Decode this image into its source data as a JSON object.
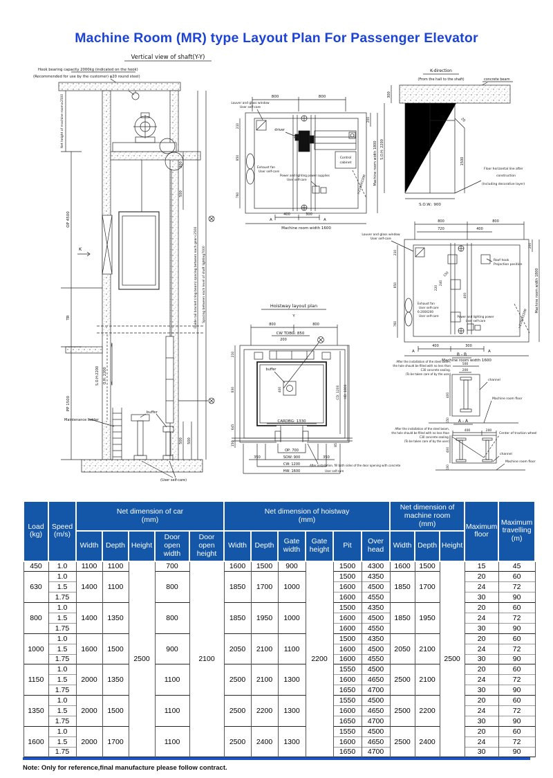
{
  "title": "Machine Room (MR) type  Layout Plan For Passenger Elevator",
  "drawings": {
    "shaft": {
      "title": "Vertical view of shaft(Y-Y)",
      "hook_note1": "Hook bearing capacity 2000kg (indicated on the hook)",
      "hook_note2": "(Recommended for use by the customer) φ20 round steel)",
      "net_height": "Net height of machine room≥2500",
      "op": "OP 4500",
      "tr": "TR",
      "soh": "S.O.H:2200",
      "oh": "O.H: 2200",
      "pp": "PP 1500",
      "k": "K",
      "guide_rail": "Guide rail bracket (ring beam) spacing between each gear<2500",
      "lighting": "Spacing between each level of shaft lighting7000",
      "ladder": "Maintenance ladder",
      "buffer": "buffer",
      "self_care": "(User self-care)",
      "d300": "300",
      "d500": "500",
      "d500b": "500",
      "d500c": "500"
    },
    "plan_a": {
      "d800a": "800",
      "d800b": "800",
      "louver1": "Louver and glass window",
      "louver2": "User self-care",
      "driver": "driver",
      "cabinet1": "Control",
      "cabinet2": "cabinet",
      "fan1": "Exhaust fan",
      "fan2": "User self-care",
      "power1": "Power and lighting power supplies",
      "power2": "User self-care",
      "d200": "200",
      "mr_width_r": "Machine room width 1800",
      "door_diag": ">2100X2200",
      "d400": "400",
      "d300": "300",
      "a1": "A",
      "a2": "A",
      "mr_width_b": "Machine room width 1600",
      "d210": "210",
      "d850": "850",
      "d760": "760"
    },
    "k_dir": {
      "title": "K-direction",
      "subtitle": "(From the hall to the shaft)",
      "beam": "concrete beam",
      "d300": "300",
      "soh": "S.O.H: 2200",
      "d150": "150",
      "d20": "20",
      "d1500": "1500",
      "sow": "S.O.W.: 900",
      "floor1": "Floor horizontal line after",
      "floor2": "construction",
      "floor3": "(Including decorative layer)"
    },
    "plan_b": {
      "d800a": "800",
      "d800b": "800",
      "d720": "720",
      "d400t": "400",
      "louver1": "Louver and glass window",
      "louver2": "User self-care",
      "hook1": "Roof hook",
      "hook2": "Projection position",
      "d150": "150",
      "d240": "240",
      "d220": "220",
      "d400i": "400",
      "fan1": "Exhaust fan",
      "fan2": "User self-care",
      "fan3": "6-200X200",
      "fan4": "User self-care",
      "power1": "Power and lighting power",
      "power2": "User self-care",
      "d200": "200",
      "mr_width_r": "Machine room width 1800",
      "door_diag": ">2100X2200",
      "d400b": "400",
      "d300": "300",
      "a1": "A",
      "a2": "A",
      "mr_width_b": "Machine room width 1600",
      "d210": "210",
      "d850": "850",
      "d760": "760"
    },
    "hoistway": {
      "title": "Hoistway layout plan",
      "y": "Y",
      "d800a": "800",
      "d800b": "800",
      "cwtdbg": "CW TDBG: 850",
      "d200": "200",
      "buffer": "buffer",
      "d400": "400",
      "cardbg": "CARDBG: 1330",
      "d210": "210",
      "d830": "830",
      "d645": "645",
      "d150": "150",
      "cd": "CD: 1200",
      "hd": "HD: 1800",
      "d85": "85",
      "op": "OP: 700",
      "sow": "SOW: 900",
      "cw": "CW: 1200",
      "hw": "HW: 1600",
      "d350a": "350",
      "d350b": "350",
      "note1": "After installation, fill both sides of the door opening with concrete",
      "note2": "User self-care"
    },
    "bb": {
      "title": "B - B",
      "note1": "After the installation of the steel beam,",
      "note2": "the hole should be filled with no less than",
      "note3": "C30 concrete sealing.",
      "note4": "(To be taken care of by the user)",
      "d500": "500",
      "d200": "200",
      "d400": "400",
      "d150": "150",
      "channel": "channel",
      "floor": "Machine room floor"
    },
    "aa": {
      "title": "A - A",
      "note1": "After the installation of the steel beam,",
      "note2": "the hole should be filled with no less than",
      "note3": "C30 concrete sealing.",
      "note4": "(To be taken care of by the user)",
      "d400a": "400",
      "d200": "200",
      "d400b": "400",
      "d100": "100",
      "center": "Center of traction wheel",
      "channel": "channel",
      "floor": "Machine room floor"
    }
  },
  "table": {
    "headers": {
      "load": "Load\n(kg)",
      "speed": "Speed\n(m/s)",
      "car_group": "Net dimension of car\n(mm)",
      "hoistway_group": "Net dimension of hoistway\n(mm)",
      "mr_group": "Net dimension of\nmachine room\n(mm)",
      "width": "Width",
      "depth": "Depth",
      "height": "Height",
      "door_open_width": "Door open\nwidth",
      "door_open_height": "Door open\nheight",
      "gate_width": "Gate\nwidth",
      "gate_height": "Gate\nheight",
      "pit": "Pit",
      "overhead": "Over\nhead",
      "max_floor": "Maximum\nfloor",
      "max_travel": "Maximum\ntravelling\n(m)"
    },
    "merged": {
      "car_h": "2500",
      "door_h": "2100",
      "gate_h": "2200",
      "mr_h": "2500"
    },
    "groups": [
      {
        "load": "450",
        "car_w": "1100",
        "car_d": "1100",
        "door_w": "700",
        "hoist_w": "1600",
        "hoist_d": "1500",
        "gate_w": "900",
        "mr_w": "1600",
        "mr_d": "1500",
        "rows": [
          {
            "speed": "1.0",
            "pit": "1500",
            "overhead": "4300",
            "floor": "15",
            "travel": "45"
          }
        ]
      },
      {
        "load": "630",
        "car_w": "1400",
        "car_d": "1100",
        "door_w": "800",
        "hoist_w": "1850",
        "hoist_d": "1700",
        "gate_w": "1000",
        "mr_w": "1850",
        "mr_d": "1700",
        "rows": [
          {
            "speed": "1.0",
            "pit": "1500",
            "overhead": "4350",
            "floor": "20",
            "travel": "60"
          },
          {
            "speed": "1.5",
            "pit": "1600",
            "overhead": "4500",
            "floor": "24",
            "travel": "72"
          },
          {
            "speed": "1.75",
            "pit": "1600",
            "overhead": "4550",
            "floor": "30",
            "travel": "90"
          }
        ]
      },
      {
        "load": "800",
        "car_w": "1400",
        "car_d": "1350",
        "door_w": "800",
        "hoist_w": "1850",
        "hoist_d": "1950",
        "gate_w": "1000",
        "mr_w": "1850",
        "mr_d": "1950",
        "rows": [
          {
            "speed": "1.0",
            "pit": "1500",
            "overhead": "4350",
            "floor": "20",
            "travel": "60"
          },
          {
            "speed": "1.5",
            "pit": "1600",
            "overhead": "4500",
            "floor": "24",
            "travel": "72"
          },
          {
            "speed": "1.75",
            "pit": "1600",
            "overhead": "4550",
            "floor": "30",
            "travel": "90"
          }
        ]
      },
      {
        "load": "1000",
        "car_w": "1600",
        "car_d": "1500",
        "door_w": "900",
        "hoist_w": "2050",
        "hoist_d": "2100",
        "gate_w": "1100",
        "mr_w": "2050",
        "mr_d": "2100",
        "rows": [
          {
            "speed": "1.0",
            "pit": "1500",
            "overhead": "4350",
            "floor": "20",
            "travel": "60"
          },
          {
            "speed": "1.5",
            "pit": "1600",
            "overhead": "4500",
            "floor": "24",
            "travel": "72"
          },
          {
            "speed": "1.75",
            "pit": "1600",
            "overhead": "4550",
            "floor": "30",
            "travel": "90"
          }
        ]
      },
      {
        "load": "1150",
        "car_w": "2000",
        "car_d": "1350",
        "door_w": "1100",
        "hoist_w": "2500",
        "hoist_d": "2100",
        "gate_w": "1300",
        "mr_w": "2500",
        "mr_d": "2100",
        "rows": [
          {
            "speed": "1.0",
            "pit": "1550",
            "overhead": "4500",
            "floor": "20",
            "travel": "60"
          },
          {
            "speed": "1.5",
            "pit": "1600",
            "overhead": "4650",
            "floor": "24",
            "travel": "72"
          },
          {
            "speed": "1.75",
            "pit": "1650",
            "overhead": "4700",
            "floor": "30",
            "travel": "90"
          }
        ]
      },
      {
        "load": "1350",
        "car_w": "2000",
        "car_d": "1500",
        "door_w": "1100",
        "hoist_w": "2500",
        "hoist_d": "2200",
        "gate_w": "1300",
        "mr_w": "2500",
        "mr_d": "2200",
        "rows": [
          {
            "speed": "1.0",
            "pit": "1550",
            "overhead": "4500",
            "floor": "20",
            "travel": "60"
          },
          {
            "speed": "1.5",
            "pit": "1600",
            "overhead": "4650",
            "floor": "24",
            "travel": "72"
          },
          {
            "speed": "1.75",
            "pit": "1650",
            "overhead": "4700",
            "floor": "30",
            "travel": "90"
          }
        ]
      },
      {
        "load": "1600",
        "car_w": "2000",
        "car_d": "1700",
        "door_w": "1100",
        "hoist_w": "2500",
        "hoist_d": "2400",
        "gate_w": "1300",
        "mr_w": "2500",
        "mr_d": "2400",
        "rows": [
          {
            "speed": "1.0",
            "pit": "1550",
            "overhead": "4500",
            "floor": "20",
            "travel": "60"
          },
          {
            "speed": "1.5",
            "pit": "1600",
            "overhead": "4650",
            "floor": "24",
            "travel": "72"
          },
          {
            "speed": "1.75",
            "pit": "1650",
            "overhead": "4700",
            "floor": "30",
            "travel": "90"
          }
        ]
      }
    ],
    "note": "Note: Only for reference,final manufacture please follow contract."
  },
  "colors": {
    "title_blue": "#1c43d6",
    "header_blue": "#1457a8",
    "bar_blue": "#1b53c0"
  }
}
